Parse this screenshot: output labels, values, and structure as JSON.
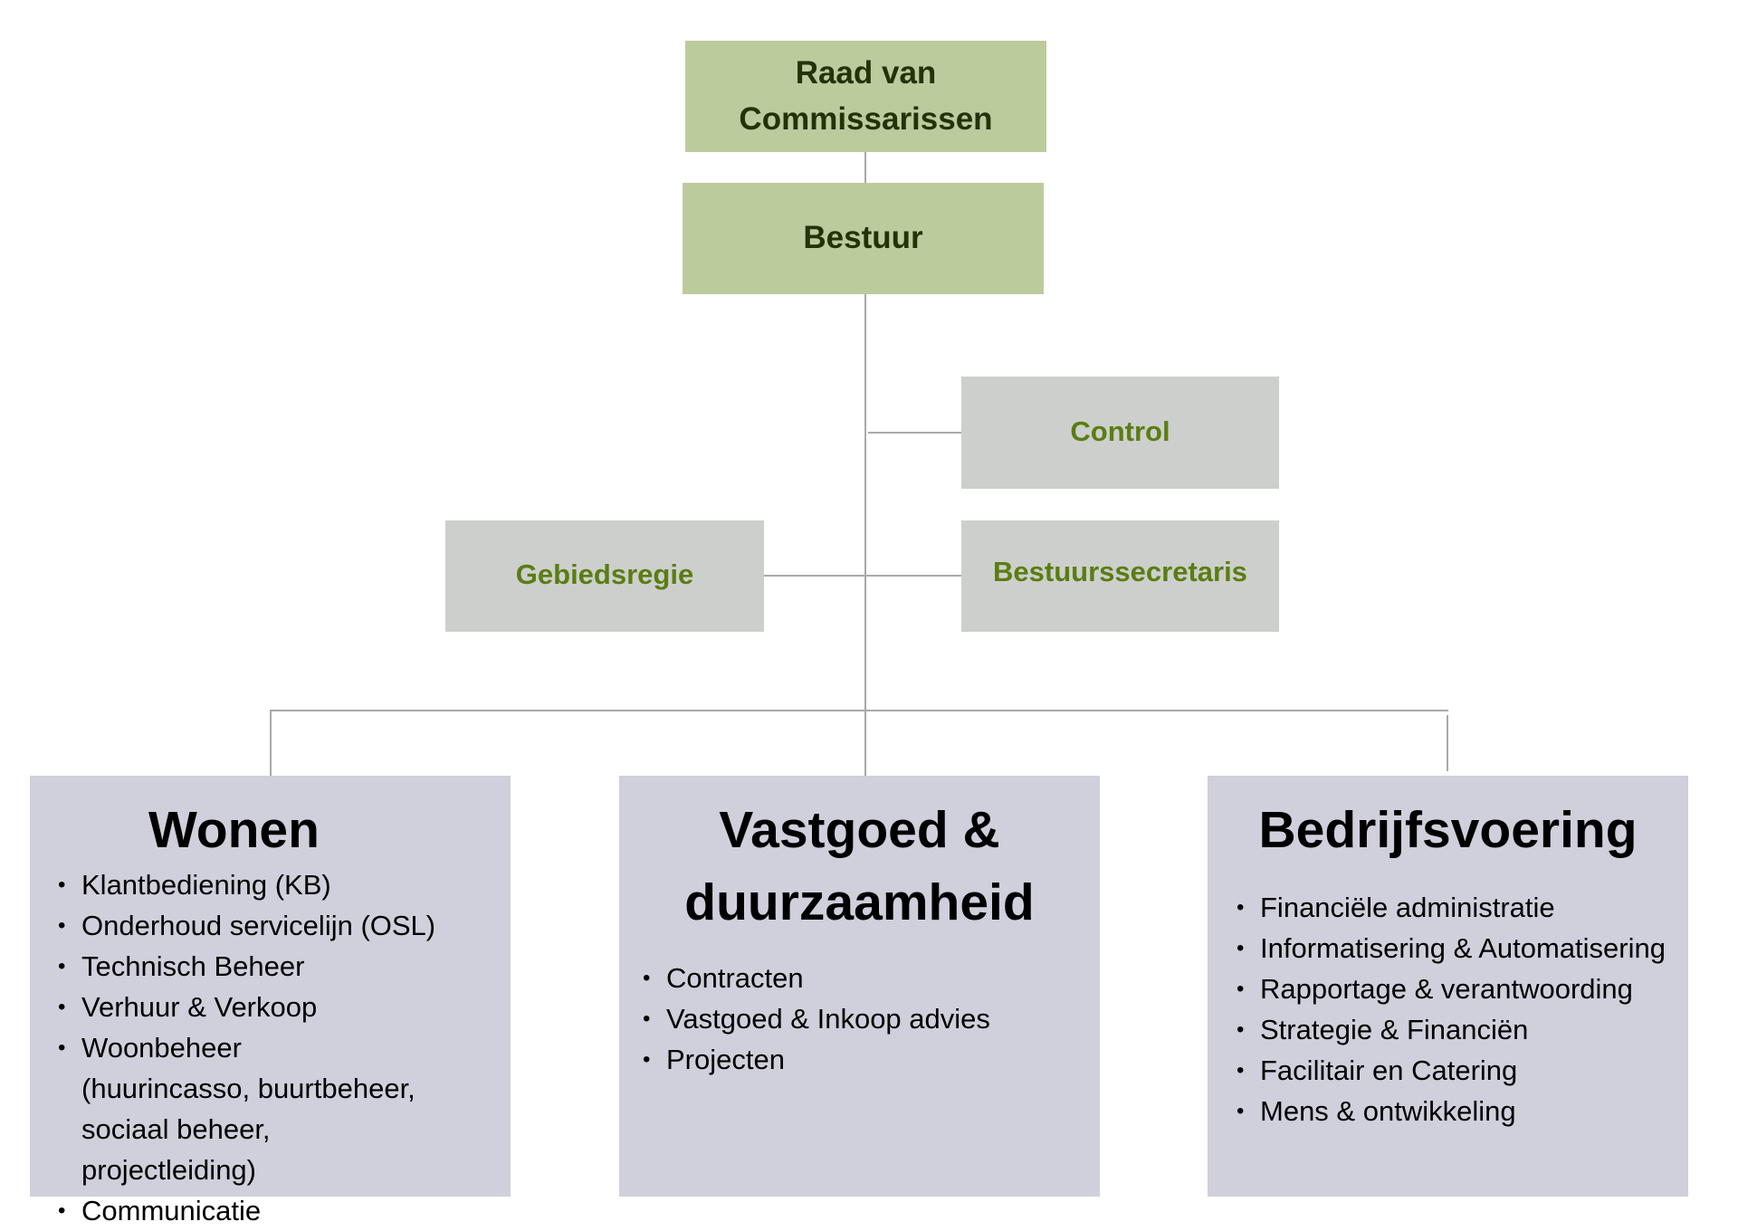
{
  "colors": {
    "governance_fill": "#bccb9c",
    "governance_text": "#223307",
    "staff_fill": "#cdcfcd",
    "staff_text": "#5a7d12",
    "department_fill": "#d0cfdc",
    "connector": "#a9a9a9"
  },
  "governance": {
    "supervisory_board": [
      "Raad van",
      "Commissarissen"
    ],
    "board": "Bestuur"
  },
  "staff": {
    "control": "Control",
    "area_direction": "Gebiedsregie",
    "board_secretary": "Bestuurssecretaris"
  },
  "departments": [
    {
      "title": [
        "Wonen"
      ],
      "items": [
        "Klantbediening (KB)",
        "Onderhoud servicelijn (OSL)",
        "Technisch Beheer",
        "Verhuur & Verkoop",
        "Woonbeheer (huurincasso, buurtbeheer, sociaal beheer, projectleiding)",
        "Communicatie"
      ]
    },
    {
      "title": [
        "Vastgoed &",
        "duurzaamheid"
      ],
      "items": [
        "Contracten",
        "Vastgoed & Inkoop advies",
        "Projecten"
      ]
    },
    {
      "title": [
        "Bedrijfsvoering"
      ],
      "items": [
        "Financiële administratie",
        "Informatisering & Automatisering",
        "Rapportage & verantwoording",
        "Strategie & Financiën",
        "Facilitair en Catering",
        "Mens & ontwikkeling"
      ]
    }
  ],
  "bullet_glyph": "•"
}
